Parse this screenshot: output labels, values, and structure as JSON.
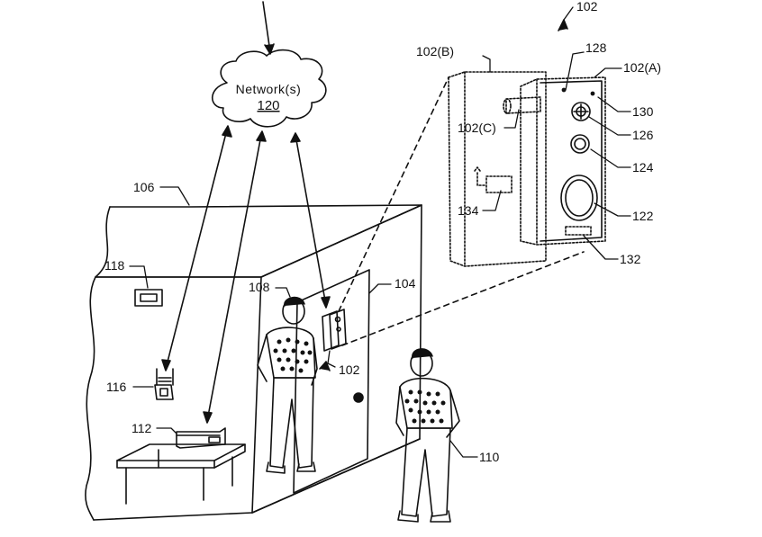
{
  "figure": {
    "network": {
      "name": "Network(s)",
      "number": "120"
    },
    "labels": {
      "house": "106",
      "door": "104",
      "user_at_door": "108",
      "visitor": "110",
      "device_on_door": "102",
      "thermostat": "118",
      "hub": "116",
      "computer": "112",
      "device_detail": "102",
      "back_plate": "102(B)",
      "front_unit": "102(A)",
      "mount_arm": "102(C)",
      "top_sensor": "128",
      "light_indicator": "130",
      "camera_lens": "126",
      "button": "124",
      "speaker": "122",
      "bottom_panel": "132",
      "circuit": "134"
    }
  }
}
